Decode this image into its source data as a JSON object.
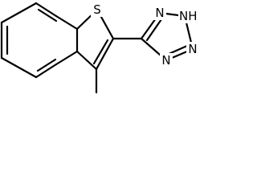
{
  "molecule": {
    "atoms": {
      "sulfur": "S",
      "n_top": "N",
      "nh": "NH",
      "n_right": "N",
      "n_bottom": "N"
    },
    "colors": {
      "bond": "#000000",
      "label": "#000000",
      "background": "#ffffff"
    }
  }
}
